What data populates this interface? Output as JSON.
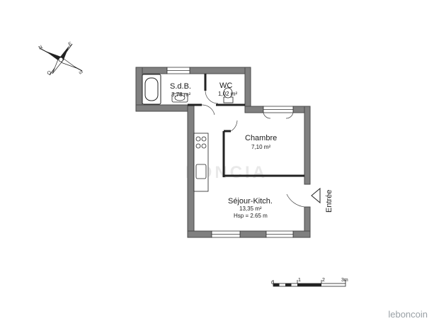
{
  "rooms": {
    "sdb": {
      "name": "S.d.B.",
      "area": "3,78 m²"
    },
    "wc": {
      "name": "WC",
      "area": "1,02 m²"
    },
    "chambre": {
      "name": "Chambre",
      "area": "7,10 m²"
    },
    "sejour": {
      "name": "Séjour-Kitch.",
      "area": "13,35 m²",
      "height": "Hsp = 2.65 m"
    }
  },
  "entrance_label": "Entrée",
  "compass": {
    "letters": [
      "N",
      "E",
      "S",
      "O"
    ]
  },
  "scale": {
    "labels": [
      "0",
      "1",
      "2",
      "3m"
    ]
  },
  "watermark": "FONCIA",
  "footer": {
    "site": "leboncoin"
  },
  "colors": {
    "wall": "#808080",
    "wall_stroke": "#4a4a4a",
    "line": "#222222"
  }
}
